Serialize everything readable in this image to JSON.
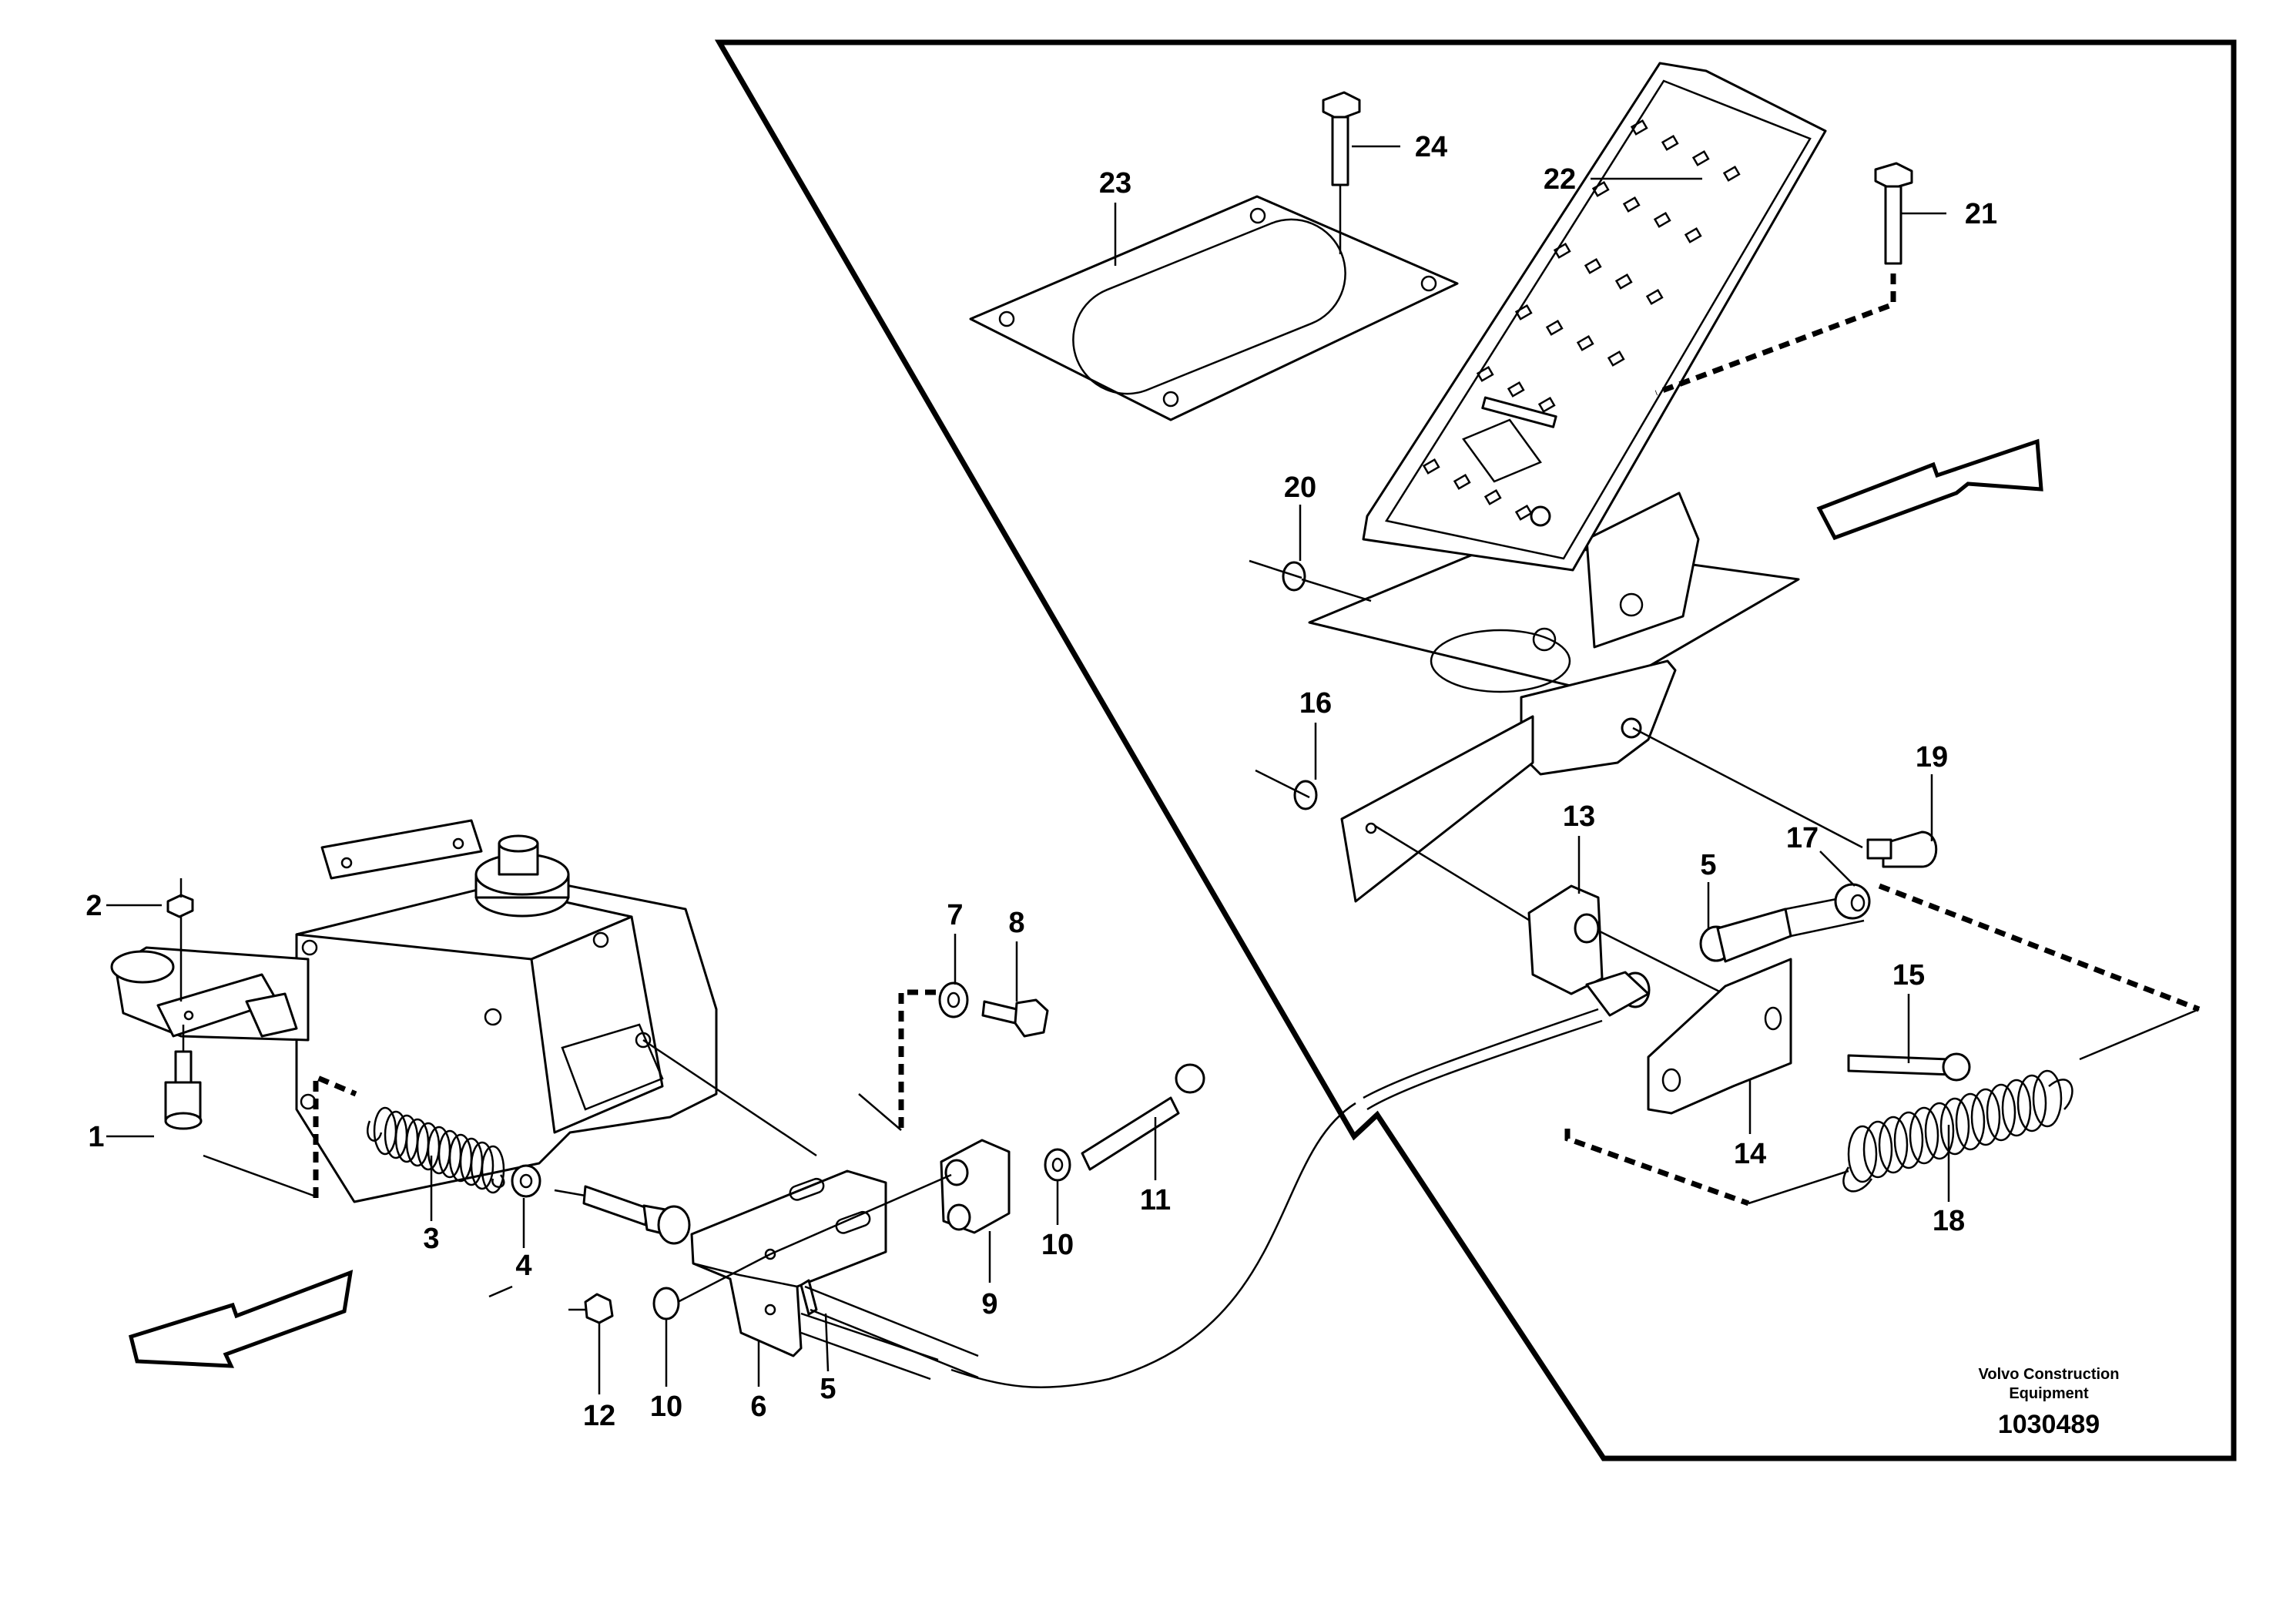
{
  "drawing": {
    "manufacturer": "Volvo Construction Equipment",
    "manufacturer_line1": "Volvo Construction",
    "manufacturer_line2": "Equipment",
    "drawing_number": "1030489"
  },
  "callouts": [
    {
      "id": "c1",
      "label": "1"
    },
    {
      "id": "c2",
      "label": "2"
    },
    {
      "id": "c3",
      "label": "3"
    },
    {
      "id": "c4",
      "label": "4"
    },
    {
      "id": "c5a",
      "label": "5"
    },
    {
      "id": "c5b",
      "label": "5"
    },
    {
      "id": "c6",
      "label": "6"
    },
    {
      "id": "c7",
      "label": "7"
    },
    {
      "id": "c8",
      "label": "8"
    },
    {
      "id": "c9",
      "label": "9"
    },
    {
      "id": "c10a",
      "label": "10"
    },
    {
      "id": "c10b",
      "label": "10"
    },
    {
      "id": "c11",
      "label": "11"
    },
    {
      "id": "c12",
      "label": "12"
    },
    {
      "id": "c13",
      "label": "13"
    },
    {
      "id": "c14",
      "label": "14"
    },
    {
      "id": "c15",
      "label": "15"
    },
    {
      "id": "c16",
      "label": "16"
    },
    {
      "id": "c17",
      "label": "17"
    },
    {
      "id": "c18",
      "label": "18"
    },
    {
      "id": "c19",
      "label": "19"
    },
    {
      "id": "c20",
      "label": "20"
    },
    {
      "id": "c21",
      "label": "21"
    },
    {
      "id": "c22",
      "label": "22"
    },
    {
      "id": "c23",
      "label": "23"
    },
    {
      "id": "c24",
      "label": "24"
    }
  ]
}
